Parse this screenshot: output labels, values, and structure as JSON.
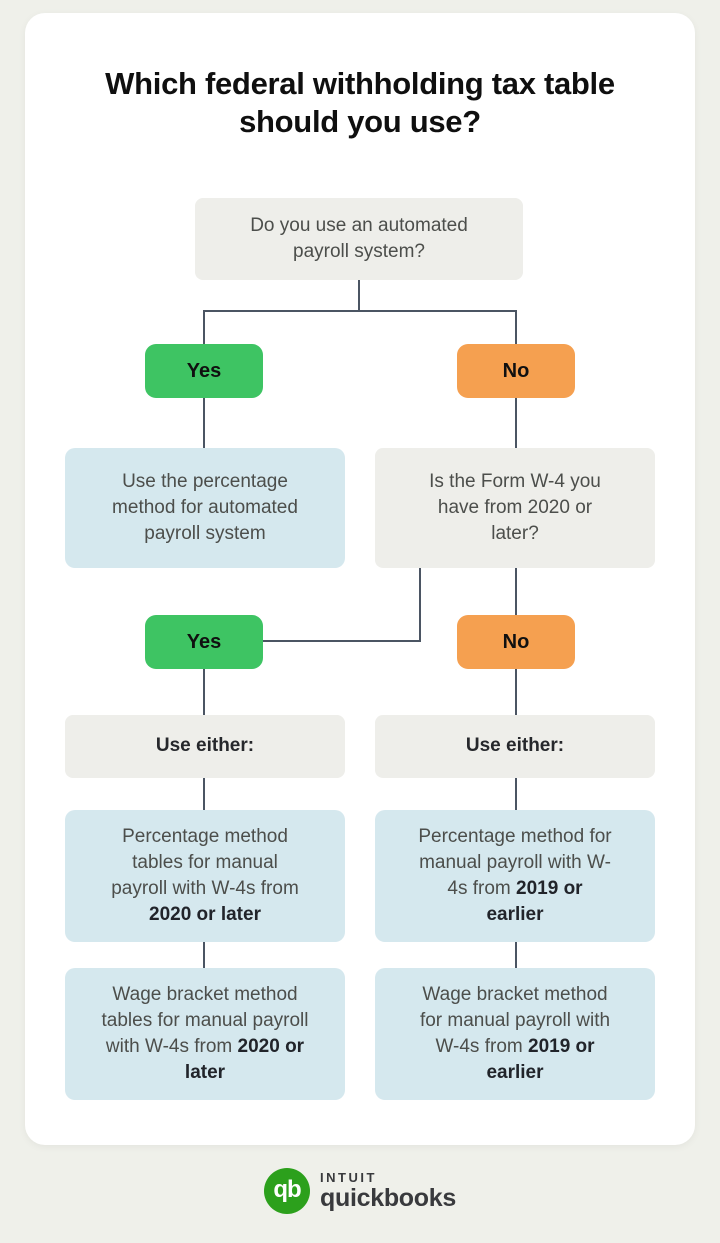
{
  "title": "Which federal withholding tax table should you use?",
  "colors": {
    "background": "#eff0ea",
    "card": "#ffffff",
    "neutral_box": "#eeeeea",
    "info_box": "#d5e8ee",
    "yes_green": "#3ec463",
    "no_orange": "#f5a050",
    "connector": "#4b5563",
    "qb_green": "#2ca01c"
  },
  "nodes": {
    "q_automated": "Do you use an automated payroll system?",
    "yes_1": "Yes",
    "no_1": "No",
    "automated_result": "Use the percentage method for automated payroll system",
    "q_w4": "Is the Form W-4 you have from 2020 or later?",
    "yes_2": "Yes",
    "no_2": "No",
    "use_either_left": "Use either:",
    "use_either_right": "Use either:",
    "pct_2020_text": "Percentage method tables for manual payroll with W-4s from ",
    "pct_2020_bold": "2020 or later",
    "wage_2020_text": "Wage bracket method tables for manual payroll with W-4s from ",
    "wage_2020_bold": "2020 or later",
    "pct_2019_text": "Percentage method for manual payroll with W-4s from ",
    "pct_2019_bold": "2019 or earlier",
    "wage_2019_text": "Wage bracket method for manual payroll with W-4s from ",
    "wage_2019_bold": "2019 or earlier"
  },
  "footer": {
    "monogram": "qb",
    "brand_name": "INTUIT",
    "product_name": "quickbooks"
  }
}
